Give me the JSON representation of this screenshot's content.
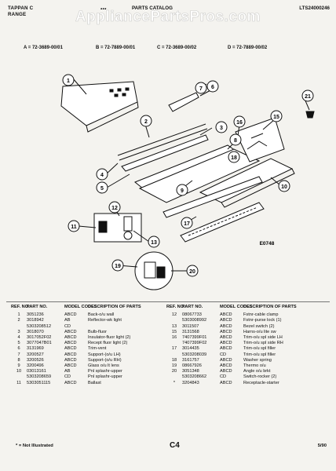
{
  "header": {
    "brand_line1": "TAPPAN C",
    "brand_line2": "RANGE",
    "logo": "...",
    "catalog_title": "PARTS CATALOG",
    "model_number": "LTS24000246",
    "watermark": "AppliancePartsPros.com"
  },
  "models": [
    "A = 72-3689-00/01",
    "B = 72-7889-00/01",
    "C = 72-3689-00/02",
    "D = 72-7889-00/02"
  ],
  "diagram": {
    "drawing_number": "E0748",
    "callouts": [
      "1",
      "2",
      "3",
      "4",
      "5",
      "6",
      "7",
      "8",
      "9",
      "10",
      "11",
      "12",
      "13",
      "15",
      "16",
      "17",
      "18",
      "19",
      "20",
      "21"
    ]
  },
  "table_headers": {
    "ref": "REF. NO.",
    "part": "PART NO.",
    "model": "MODEL CODES",
    "desc": "DESCRIPTION OF PARTS"
  },
  "parts_left": [
    {
      "ref": "1",
      "part": "3051236",
      "model": "ABCD",
      "desc": "Back-o/u wall"
    },
    {
      "ref": "2",
      "part": "3018942",
      "model": "AB",
      "desc": "Reflector-wk light"
    },
    {
      "ref": "",
      "part": "5303208512",
      "model": "CD",
      "desc": ""
    },
    {
      "ref": "3",
      "part": "3018070",
      "model": "ABCD",
      "desc": "Bulb-fluor"
    },
    {
      "ref": "4",
      "part": "3017052F02",
      "model": "ABCD",
      "desc": "Insulator-fluor light (2)"
    },
    {
      "ref": "5",
      "part": "3077047B01",
      "model": "ABCD",
      "desc": "Recept fluor light (2)"
    },
    {
      "ref": "6",
      "part": "3131969",
      "model": "ABCD",
      "desc": "Trim-vent"
    },
    {
      "ref": "7",
      "part": "3200527",
      "model": "ABCD",
      "desc": "Support-(o/u LH)"
    },
    {
      "ref": "8",
      "part": "3200526",
      "model": "ABCD",
      "desc": "Support-(o/u RH)"
    },
    {
      "ref": "9",
      "part": "3200496",
      "model": "ABCD",
      "desc": "Glass o/u lt lens"
    },
    {
      "ref": "10",
      "part": "03013161",
      "model": "AB",
      "desc": "Pnl splashr-upper"
    },
    {
      "ref": "",
      "part": "5303208659",
      "model": "CD",
      "desc": "Pnl splashr-upper"
    },
    {
      "ref": "11",
      "part": "5303051115",
      "model": "ABCD",
      "desc": "Ballast"
    }
  ],
  "parts_right": [
    {
      "ref": "12",
      "part": "08067733",
      "model": "ABCD",
      "desc": "Fstnr-cable clamp"
    },
    {
      "ref": "",
      "part": "5303008992",
      "model": "ABCD",
      "desc": "Fstnr-purse lock (1)"
    },
    {
      "ref": "13",
      "part": "3011507",
      "model": "ABCD",
      "desc": "Bezel switch (2)"
    },
    {
      "ref": "15",
      "part": "3131568",
      "model": "ABCD",
      "desc": "Harns-o/u lite sw"
    },
    {
      "ref": "16",
      "part": "7407399F01",
      "model": "ABCD",
      "desc": "Trim-o/u spl side LH"
    },
    {
      "ref": "",
      "part": "7407399F02",
      "model": "ABCD",
      "desc": "Trim-o/u spl side RH"
    },
    {
      "ref": "17",
      "part": "3014435",
      "model": "ABCD",
      "desc": "Trim-o/u spl filler"
    },
    {
      "ref": "",
      "part": "5303208039",
      "model": "CD",
      "desc": "Trim-o/u spl filler"
    },
    {
      "ref": "18",
      "part": "3161757",
      "model": "ABCD",
      "desc": "Washer spring"
    },
    {
      "ref": "19",
      "part": "08667926",
      "model": "ABCD",
      "desc": "Thermo o/u"
    },
    {
      "ref": "20",
      "part": "3051348",
      "model": "ABCD",
      "desc": "Angle o/u brkt"
    },
    {
      "ref": "",
      "part": "5303208662",
      "model": "CD",
      "desc": "Switch-rocker (2)"
    },
    {
      "ref": "*",
      "part": "3204843",
      "model": "ABCD",
      "desc": "Receptacle-starter"
    }
  ],
  "footer": {
    "note": "* = Not Illustrated",
    "page": "C4",
    "date": "5/90"
  }
}
